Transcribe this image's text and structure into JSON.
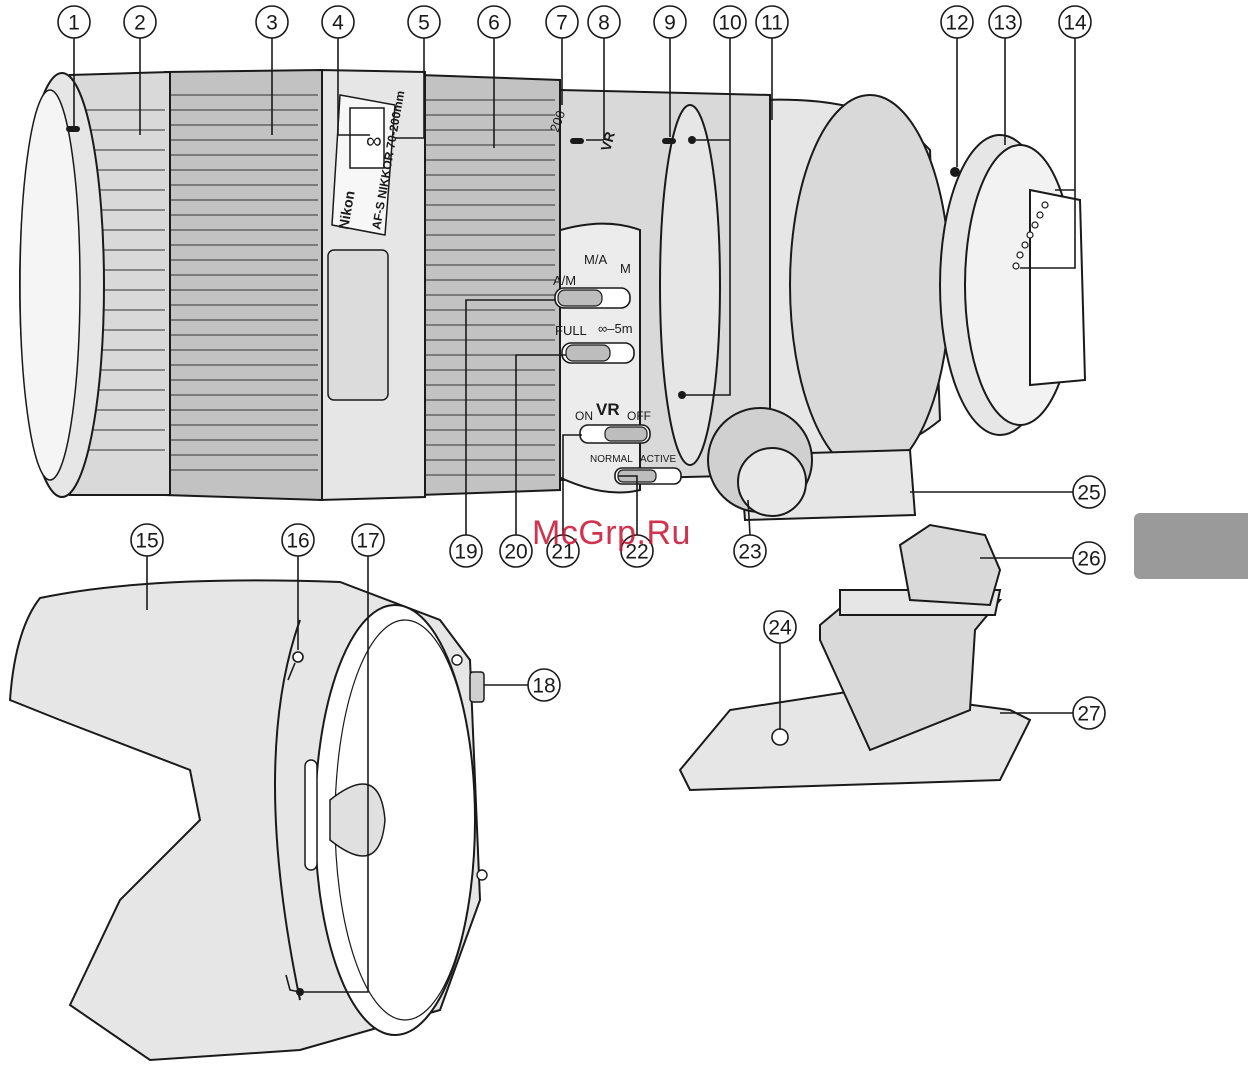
{
  "callouts": [
    {
      "n": "1"
    },
    {
      "n": "2"
    },
    {
      "n": "3"
    },
    {
      "n": "4"
    },
    {
      "n": "5"
    },
    {
      "n": "6"
    },
    {
      "n": "7"
    },
    {
      "n": "8"
    },
    {
      "n": "9"
    },
    {
      "n": "10"
    },
    {
      "n": "11"
    },
    {
      "n": "12"
    },
    {
      "n": "13"
    },
    {
      "n": "14"
    },
    {
      "n": "15"
    },
    {
      "n": "16"
    },
    {
      "n": "17"
    },
    {
      "n": "18"
    },
    {
      "n": "19"
    },
    {
      "n": "20"
    },
    {
      "n": "21"
    },
    {
      "n": "22"
    },
    {
      "n": "23"
    },
    {
      "n": "24"
    },
    {
      "n": "25"
    },
    {
      "n": "26"
    },
    {
      "n": "27"
    }
  ],
  "lens_labels": {
    "brand": "Nikon",
    "model": "AF-S NIKKOR 70-200mm",
    "focal_mark": "200",
    "vr_badge": "VR",
    "switch_focus_left": "A/M",
    "switch_focus_mid": "M/A",
    "switch_focus_right": "M",
    "switch_limit_left": "FULL",
    "switch_limit_right": "∞–5m",
    "switch_vr_title": "VR",
    "switch_vr_on": "ON",
    "switch_vr_off": "OFF",
    "switch_mode_normal": "NORMAL",
    "switch_mode_active": "ACTIVE",
    "infinity": "∞"
  },
  "watermark": "McGrp.Ru",
  "colors": {
    "body": "#d9d9d9",
    "accent_watermark": "#c8102e",
    "tab": "#9a9a9a"
  }
}
